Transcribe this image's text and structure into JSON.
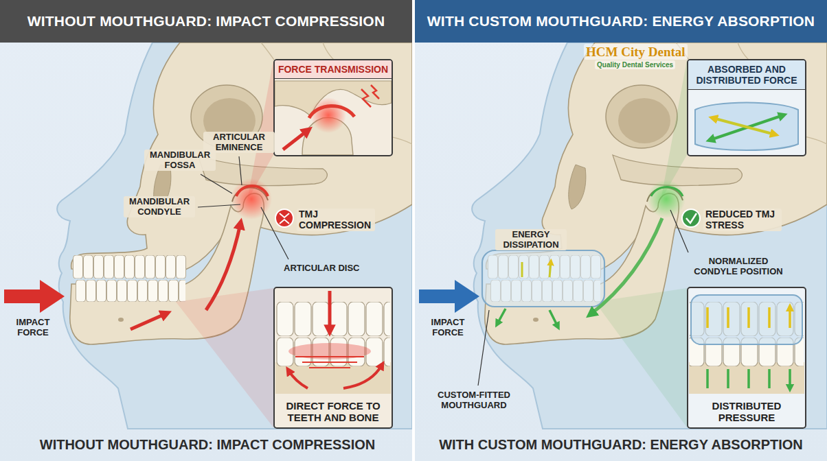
{
  "diagram": {
    "nodes": [
      {
        "text": [
          "WITHOUT MOUTHGUARD: IMPACT COMPRESSION"
        ]
      },
      {
        "text": [
          "WITH CUSTOM MOUTHGUARD: ENERGY ABSORPTION"
        ]
      },
      {
        "text": [
          "FORCE TRANSMISSION"
        ]
      },
      {
        "text": [
          "DIRECT FORCE TO TEETH AND BONE"
        ]
      },
      {
        "text": [
          "ABSORBED AND DISTRIBUTED FORCE"
        ]
      },
      {
        "text": [
          "DISTRIBUTED PRESSURE"
        ]
      }
    ],
    "labels": [
      "ARTICULAR EMINENCE",
      "MANDIBULAR FOSSA",
      "MANDIBULAR CONDYLE",
      "TMJ COMPRESSION",
      "ARTICULAR DISC",
      "IMPACT FORCE",
      "WITHOUT MOUTHGUARD: IMPACT COMPRESSION",
      "HCM City Dental",
      "Quality Dental Services",
      "REDUCED TMJ STRESS",
      "ENERGY DISSIPATION",
      "NORMALIZED CONDYLE POSITION",
      "IMPACT FORCE",
      "CUSTOM-FITTED MOUTHGUARD",
      "WITH CUSTOM MOUTHGUARD: ENERGY ABSORPTION"
    ]
  }
}
